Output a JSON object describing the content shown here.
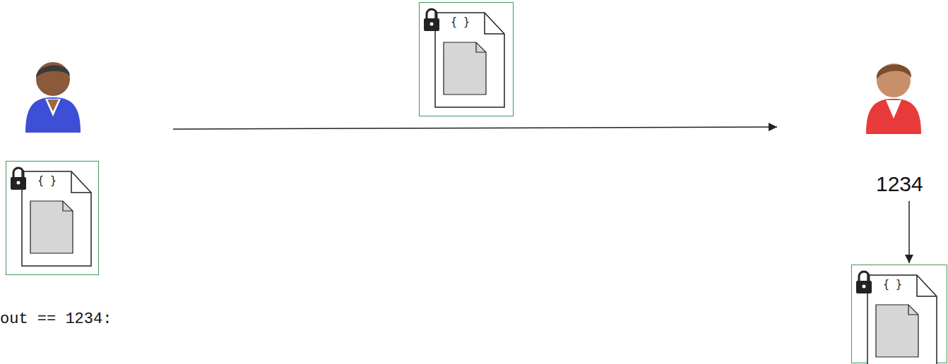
{
  "diagram": {
    "nodes": [
      {
        "text": [
          "{ }"
        ]
      },
      {
        "text": [
          "{ }"
        ]
      },
      {
        "text": [
          "{ }"
        ]
      }
    ],
    "labels": [
      "1234",
      "out == 1234:"
    ]
  }
}
